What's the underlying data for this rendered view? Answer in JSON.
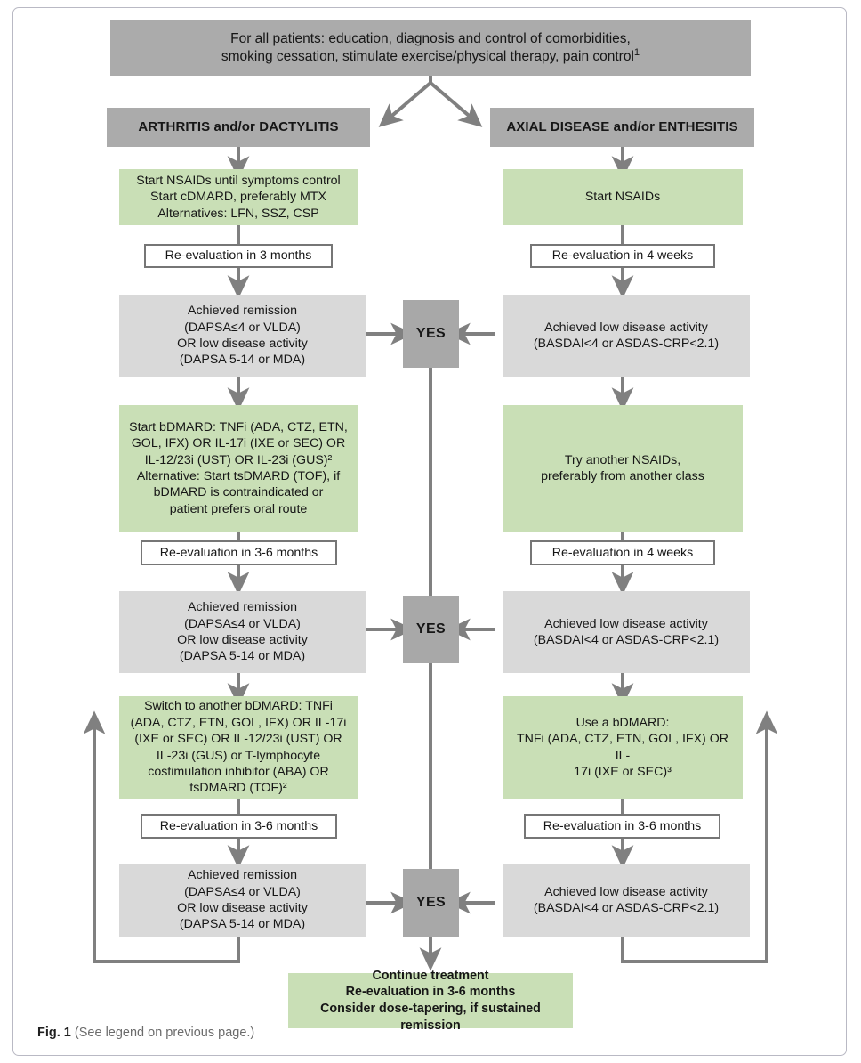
{
  "figure": {
    "caption_label": "Fig. 1",
    "caption_text": "(See legend on previous page.)"
  },
  "colors": {
    "banner_gray": "#ababab",
    "category_gray": "#ababab",
    "green": "#c9dfb6",
    "light_gray": "#d9d9d9",
    "yes_gray": "#a8a8a8",
    "connector": "#808080",
    "reval_border": "#767676"
  },
  "flow": {
    "banner": {
      "line1": "For all patients: education, diagnosis and control of comorbidities,",
      "line2": "smoking cessation, stimulate exercise/physical therapy, pain control",
      "line2_superscript": "1"
    },
    "branches": [
      {
        "id": "left",
        "title": "ARTHRITIS and/or DACTYLITIS",
        "steps": [
          {
            "kind": "treatment",
            "name": "left-treatment-1",
            "lines": [
              "Start NSAIDs until symptoms control",
              "Start cDMARD, preferably MTX",
              "Alternatives: LFN, SSZ, CSP"
            ]
          },
          {
            "kind": "reevaluation",
            "name": "left-reevaluation-1",
            "text": "Re-evaluation in 3 months"
          },
          {
            "kind": "assessment",
            "name": "left-assessment-1",
            "lines": [
              "Achieved remission",
              "(DAPSA≤4 or VLDA)",
              "OR low disease activity",
              "(DAPSA 5-14 or MDA)"
            ]
          },
          {
            "kind": "treatment",
            "name": "left-treatment-2",
            "lines": [
              "Start bDMARD: TNFi (ADA, CTZ, ETN,",
              "GOL, IFX) OR IL-17i (IXE or SEC) OR",
              "IL-12/23i (UST) OR IL-23i (GUS)²",
              "Alternative: Start tsDMARD (TOF), if",
              "bDMARD is contraindicated or",
              "patient prefers oral route"
            ]
          },
          {
            "kind": "reevaluation",
            "name": "left-reevaluation-2",
            "text": "Re-evaluation in 3-6 months"
          },
          {
            "kind": "assessment",
            "name": "left-assessment-2",
            "lines": [
              "Achieved remission",
              "(DAPSA≤4 or VLDA)",
              "OR low disease activity",
              "(DAPSA 5-14 or MDA)"
            ]
          },
          {
            "kind": "treatment",
            "name": "left-treatment-3",
            "lines": [
              "Switch to another bDMARD: TNFi",
              "(ADA, CTZ, ETN, GOL, IFX) OR IL-17i",
              "(IXE or SEC) OR IL-12/23i (UST) OR",
              "IL-23i (GUS) or T-lymphocyte",
              "costimulation inhibitor (ABA) OR",
              "tsDMARD (TOF)²"
            ]
          },
          {
            "kind": "reevaluation",
            "name": "left-reevaluation-3",
            "text": "Re-evaluation in 3-6 months"
          },
          {
            "kind": "assessment",
            "name": "left-assessment-3",
            "lines": [
              "Achieved remission",
              "(DAPSA≤4 or VLDA)",
              "OR low disease activity",
              "(DAPSA 5-14 or MDA)"
            ]
          }
        ]
      },
      {
        "id": "right",
        "title": "AXIAL DISEASE and/or ENTHESITIS",
        "steps": [
          {
            "kind": "treatment",
            "name": "right-treatment-1",
            "lines": [
              "Start NSAIDs"
            ]
          },
          {
            "kind": "reevaluation",
            "name": "right-reevaluation-1",
            "text": "Re-evaluation in 4 weeks"
          },
          {
            "kind": "assessment",
            "name": "right-assessment-1",
            "lines": [
              "Achieved low disease activity",
              "(BASDAI<4 or ASDAS-CRP<2.1)"
            ]
          },
          {
            "kind": "treatment",
            "name": "right-treatment-2",
            "lines": [
              "Try another NSAIDs,",
              "preferably from another class"
            ]
          },
          {
            "kind": "reevaluation",
            "name": "right-reevaluation-2",
            "text": "Re-evaluation in 4 weeks"
          },
          {
            "kind": "assessment",
            "name": "right-assessment-2",
            "lines": [
              "Achieved low disease activity",
              "(BASDAI<4 or ASDAS-CRP<2.1)"
            ]
          },
          {
            "kind": "treatment",
            "name": "right-treatment-3",
            "lines": [
              "Use a bDMARD:",
              "TNFi (ADA, CTZ, ETN, GOL, IFX) OR IL-",
              "17i (IXE or SEC)³"
            ]
          },
          {
            "kind": "reevaluation",
            "name": "right-reevaluation-3",
            "text": "Re-evaluation in 3-6 months"
          },
          {
            "kind": "assessment",
            "name": "right-assessment-3",
            "lines": [
              "Achieved low disease activity",
              "(BASDAI<4 or ASDAS-CRP<2.1)"
            ]
          }
        ]
      }
    ],
    "decisions": [
      {
        "name": "yes-decision-1",
        "label": "YES"
      },
      {
        "name": "yes-decision-2",
        "label": "YES"
      },
      {
        "name": "yes-decision-3",
        "label": "YES"
      }
    ],
    "outcome": {
      "name": "outcome-continue-treatment",
      "lines": [
        "Continue treatment",
        "Re-evaluation in 3-6 months",
        "Consider dose-tapering, if sustained remission"
      ]
    }
  }
}
